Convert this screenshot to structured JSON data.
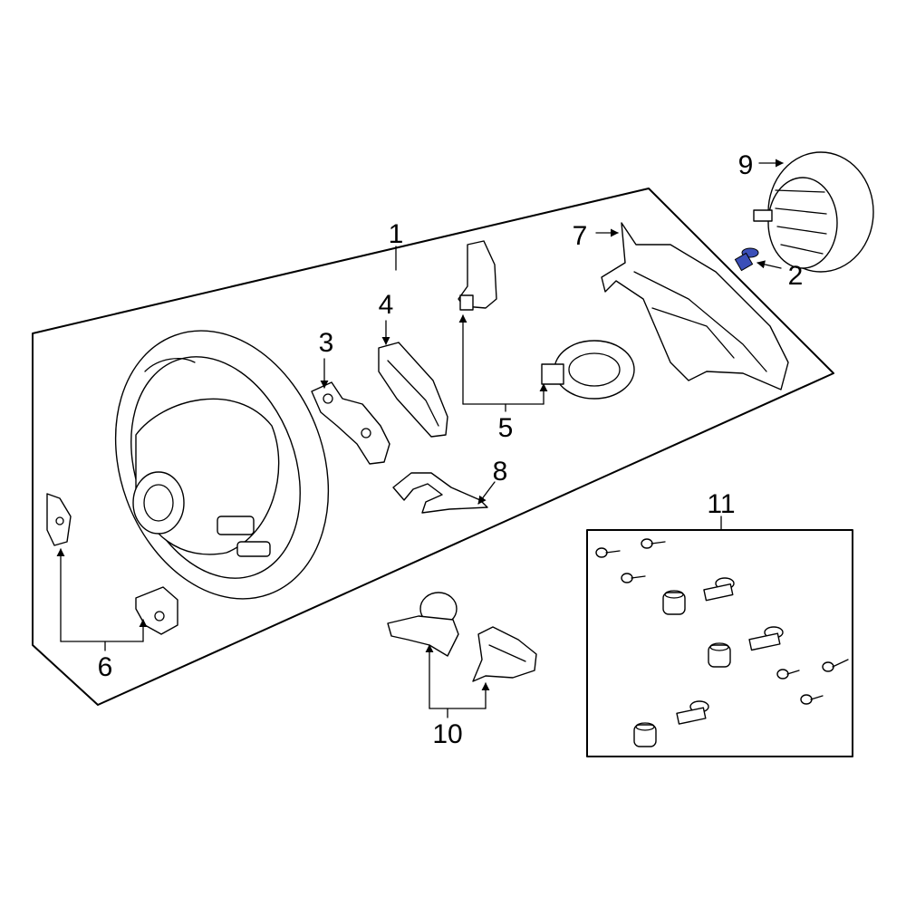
{
  "callouts": {
    "c1": "1",
    "c2": "2",
    "c3": "3",
    "c4": "4",
    "c5": "5",
    "c6": "6",
    "c7": "7",
    "c8": "8",
    "c9": "9",
    "c10": "10",
    "c11": "11"
  },
  "colors": {
    "line": "#000000",
    "highlight_screw": "#3b4fb8"
  }
}
